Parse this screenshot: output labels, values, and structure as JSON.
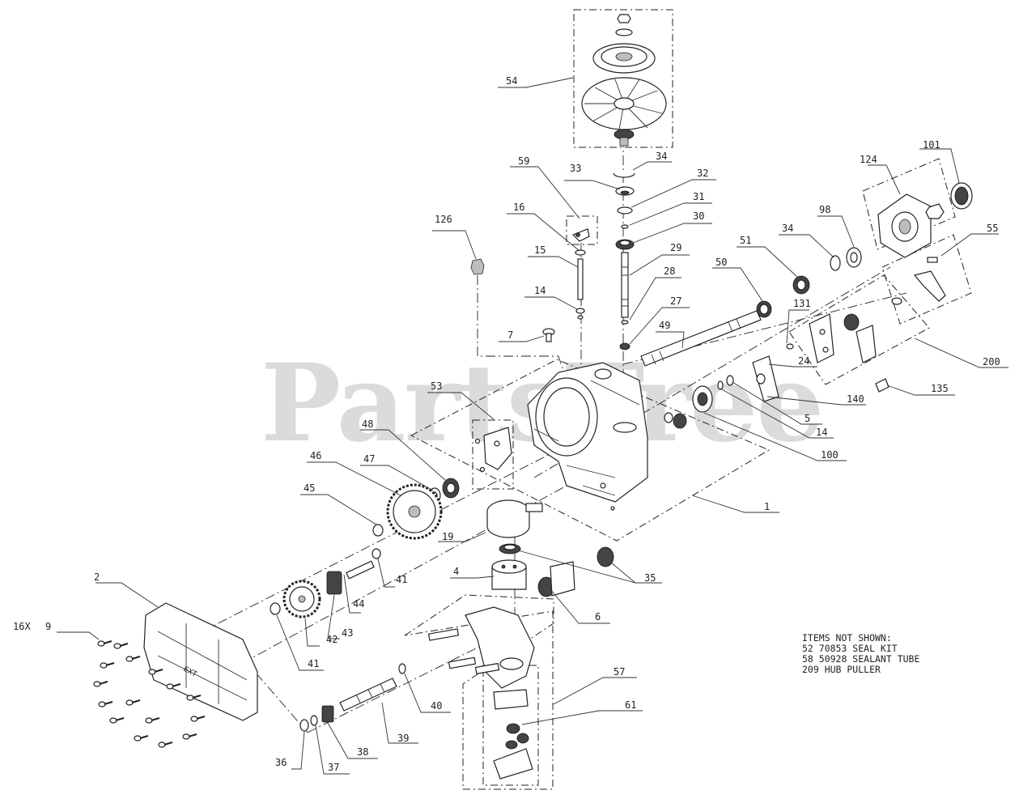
{
  "watermark": "PartsTree",
  "callouts": {
    "c54": "54",
    "c34a": "34",
    "c33": "33",
    "c32": "32",
    "c31": "31",
    "c30": "30",
    "c29": "29",
    "c28": "28",
    "c27": "27",
    "c59": "59",
    "c16": "16",
    "c15": "15",
    "c14a": "14",
    "c7": "7",
    "c126": "126",
    "c124": "124",
    "c101": "101",
    "c34b": "34",
    "c98": "98",
    "c51": "51",
    "c55": "55",
    "c50": "50",
    "c131": "131",
    "c49": "49",
    "c200": "200",
    "c24": "24",
    "c135": "135",
    "c140": "140",
    "c5": "5",
    "c14b": "14",
    "c100": "100",
    "c53": "53",
    "c48": "48",
    "c46": "46",
    "c47": "47",
    "c45": "45",
    "c1": "1",
    "c19": "19",
    "c35": "35",
    "c4": "4",
    "c6": "6",
    "c2": "2",
    "c41a": "41",
    "c44": "44",
    "c43": "43",
    "c42": "42",
    "c41b": "41",
    "c16x": "16X",
    "c9": "9",
    "c57": "57",
    "c61": "61",
    "c40": "40",
    "c39": "39",
    "c38": "38",
    "c37": "37",
    "c36": "36"
  },
  "notes": {
    "title": "ITEMS NOT SHOWN:",
    "line1": "52 70853 SEAL KIT",
    "line2": "58 50928 SEALANT TUBE",
    "line3": "209 HUB PULLER"
  }
}
